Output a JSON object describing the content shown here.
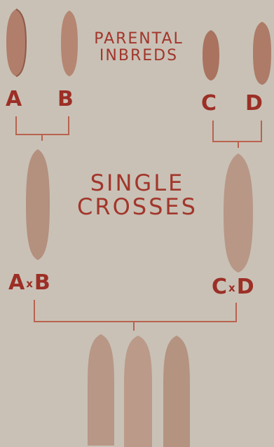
{
  "parental": {
    "heading_line1": "PARENTAL",
    "heading_line2": "INBREDS",
    "labels": [
      "A",
      "B",
      "C",
      "D"
    ]
  },
  "single": {
    "heading_line1": "SINGLE",
    "heading_line2": "CROSSES",
    "left": {
      "a": "A",
      "x": "x",
      "b": "B"
    },
    "right": {
      "a": "C",
      "x": "x",
      "b": "D"
    }
  },
  "colors": {
    "background": "#c9c1b6",
    "label": "#9c2f26",
    "connector": "#b8634f",
    "kernel": "#b07e6a"
  }
}
